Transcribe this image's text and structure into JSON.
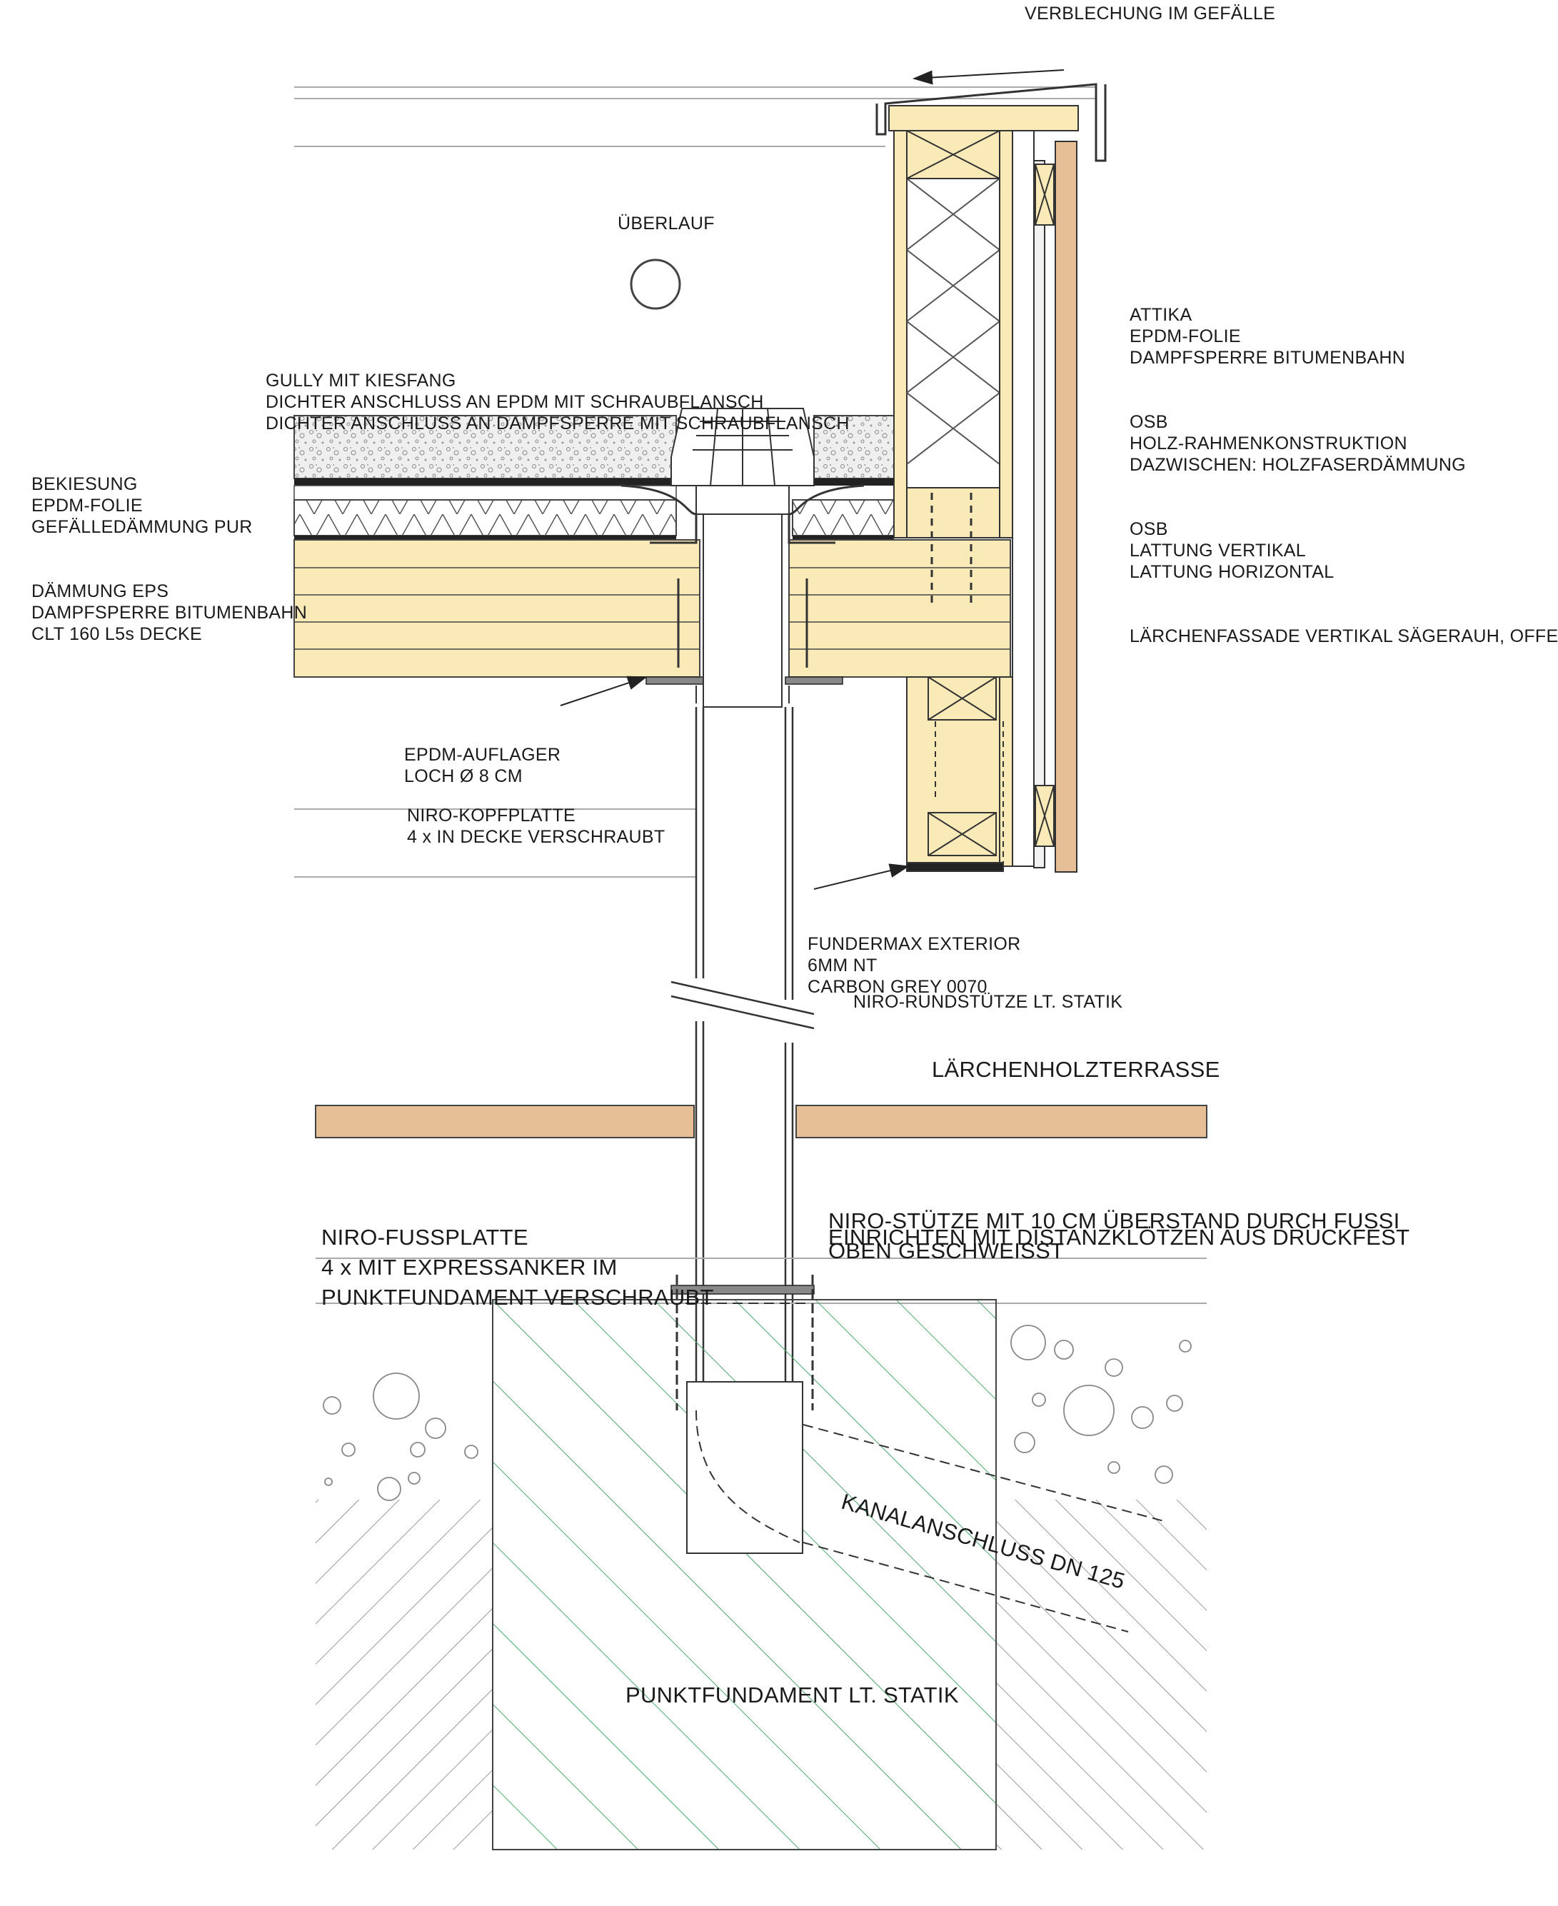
{
  "notes": {
    "slope_cladding": "VERBLECHUNG IM GEFÄLLE",
    "overflow": "ÜBERLAUF",
    "attic": [
      "ATTIKA",
      "EPDM-FOLIE",
      "DAMPFSPERRE BITUMENBAHN",
      "OSB",
      "HOLZ-RAHMENKONSTRUKTION",
      "DAZWISCHEN: HOLZFASERDÄMMUNG",
      "OSB",
      "LATTUNG VERTIKAL",
      "LATTUNG HORIZONTAL",
      "LÄRCHENFASSADE VERTIKAL SÄGERAUH, OFFE"
    ],
    "gully": [
      "GULLY MIT KIESFANG",
      "DICHTER ANSCHLUSS AN EPDM MIT SCHRAUBFLANSCH",
      "DICHTER ANSCHLUSS AN DAMPFSPERRE MIT SCHRAUBFLANSCH"
    ],
    "roof_layers": [
      "BEKIESUNG",
      "EPDM-FOLIE",
      "GEFÄLLEDÄMMUNG PUR",
      "DÄMMUNG EPS",
      "DAMPFSPERRE BITUMENBAHN",
      "CLT 160 L5s DECKE"
    ],
    "epdm_support": [
      "EPDM-AUFLAGER",
      "LOCH Ø 8 CM"
    ],
    "head_plate": [
      "NIRO-KOPFPLATTE",
      "4 x IN DECKE VERSCHRAUBT"
    ],
    "fundermax": [
      "FUNDERMAX EXTERIOR",
      "6MM NT",
      "CARBON GREY 0070"
    ],
    "column": "NIRO-RUNDSTÜTZE LT. STATIK",
    "terrace": "LÄRCHENHOLZTERRASSE",
    "foot_plate": [
      "NIRO-FUSSPLATTE",
      "4 x MIT EXPRESSANKER IM",
      "PUNKTFUNDAMENT VERSCHRAUBT"
    ],
    "column_welded": [
      "NIRO-STÜTZE MIT 10 CM ÜBERSTAND DURCH FUSSI",
      "OBEN GESCHWEISST"
    ],
    "alignment": "EINRICHTEN MIT DISTANZKLÖTZEN AUS DRUCKFEST",
    "sewer": "KANALANSCHLUSS DN 125",
    "foundation": "PUNKTFUNDAMENT LT. STATIK"
  },
  "colors": {
    "timber": "#f9eab8",
    "larch": "#e6bf96",
    "gravel": "#efefef",
    "hatch_green": "#4aa86a",
    "line": "#222222"
  }
}
